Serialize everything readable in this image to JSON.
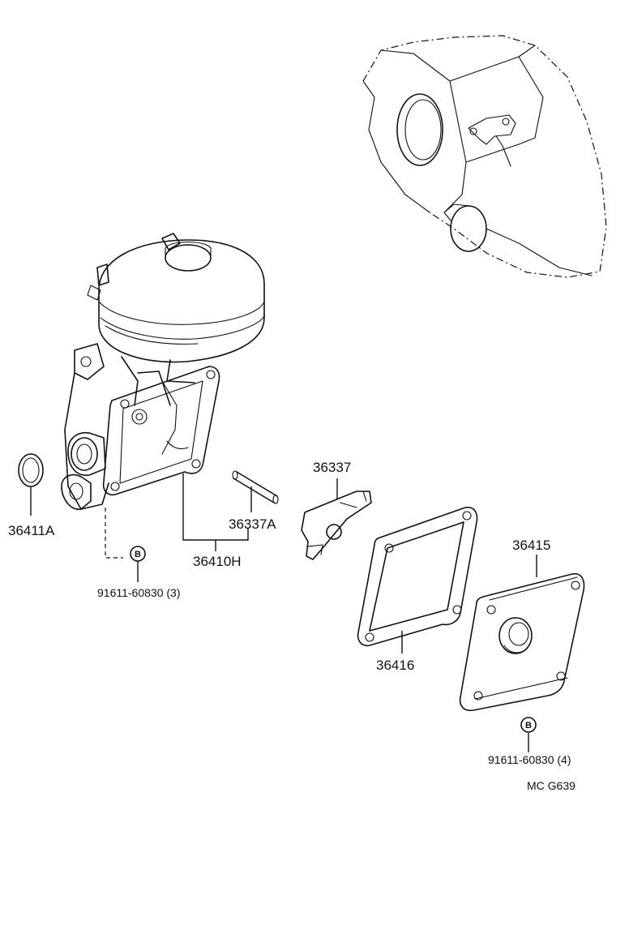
{
  "labels": {
    "o_ring": "36411A",
    "vacuum_actuator": "36410H",
    "pin": "36337A",
    "lever": "36337",
    "gasket": "36416",
    "cover": "36415",
    "bolt_left": "91611-60830 (3)",
    "bolt_right": "91611-60830 (4)",
    "bolt_symbol": "B",
    "diagram_code": "MC G639"
  }
}
